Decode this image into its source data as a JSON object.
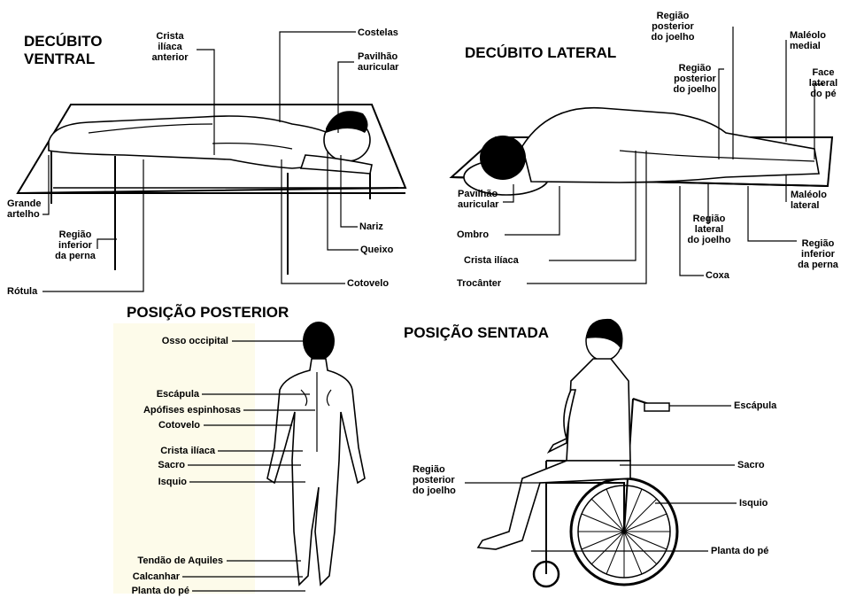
{
  "panels": {
    "ventral": {
      "title": "DECÚBITO\nVENTRAL",
      "labels": {
        "crista": "Crista\nilíaca\nanterior",
        "costelas": "Costelas",
        "pavilhao": "Pavilhão\nauricular",
        "grande": "Grande\nartelho",
        "regiao_inf": "Região\ninferior\nda perna",
        "nariz": "Nariz",
        "queixo": "Queixo",
        "rotula": "Rótula",
        "cotovelo": "Cotovelo"
      }
    },
    "lateral": {
      "title": "DECÚBITO LATERAL",
      "labels": {
        "reg_post_top": "Região\nposterior\ndo joelho",
        "reg_post_mid": "Região\nposterior\ndo joelho",
        "maleolo_medial": "Maléolo\nmedial",
        "face_lateral": "Face\nlateral\ndo pé",
        "pavilhao": "Pavilhão\nauricular",
        "maleolo_lateral": "Maléolo\nlateral",
        "reg_lateral": "Região\nlateral\ndo joelho",
        "ombro": "Ombro",
        "reg_inf": "Região\ninferior\nda perna",
        "crista": "Crista ilíaca",
        "trocanter": "Trocânter",
        "coxa": "Coxa"
      }
    },
    "posterior": {
      "title": "POSIÇÃO POSTERIOR",
      "labels": {
        "occipital": "Osso occipital",
        "escapula": "Escápula",
        "apofises": "Apófises espinhosas",
        "cotovelo": "Cotovelo",
        "crista": "Crista ilíaca",
        "sacro": "Sacro",
        "isquio": "Isquio",
        "tendao": "Tendão de Aquiles",
        "calcanhar": "Calcanhar",
        "planta": "Planta do pé"
      }
    },
    "sentada": {
      "title": "POSIÇÃO SENTADA",
      "labels": {
        "escapula": "Escápula",
        "sacro": "Sacro",
        "reg_post": "Região\nposterior\ndo joelho",
        "isquio": "Isquio",
        "planta": "Planta do pé"
      }
    }
  }
}
